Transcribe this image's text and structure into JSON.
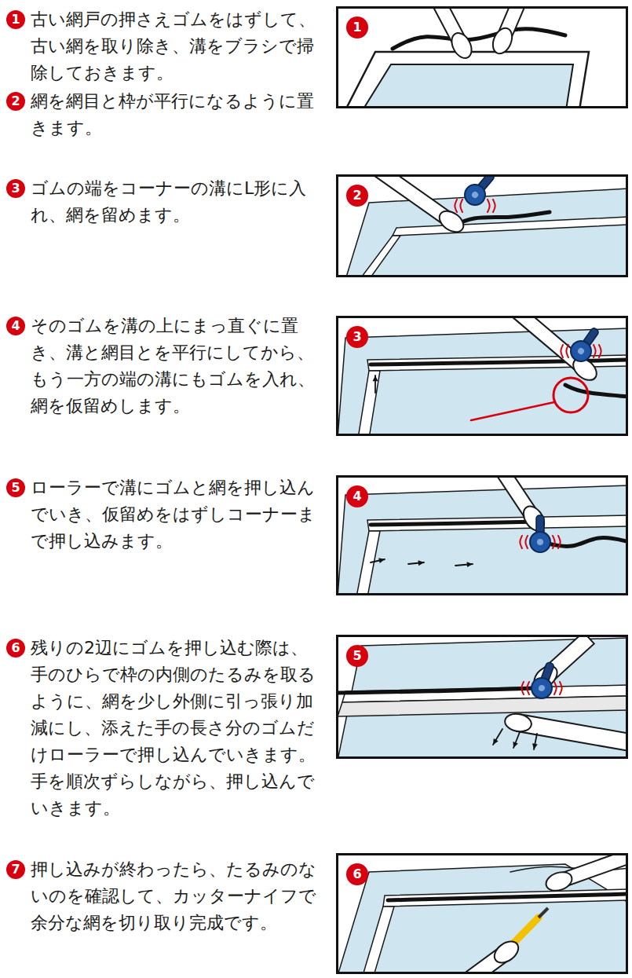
{
  "diagram": {
    "nodes": [
      {
        "text": [
          "1",
          "古い網戸の押さえゴムをはずして、古い網を取り除き、溝をブラシで掃除しておきます。"
        ]
      },
      {
        "text": [
          "2",
          "網を網目と枠が平行になるように置きます。"
        ]
      },
      {
        "text": [
          "3",
          "ゴムの端をコーナーの溝にL形に入れ、網を留めます。"
        ]
      },
      {
        "text": [
          "4",
          "そのゴムを溝の上にまっ直ぐに置き、溝と網目とを平行にしてから、もう一方の端の溝にもゴムを入れ、網を仮留めします。"
        ]
      },
      {
        "text": [
          "5",
          "ローラーで溝にゴムと網を押し込んでいき、仮留めをはずしコーナーまで押し込みます。"
        ]
      },
      {
        "text": [
          "6",
          "残りの2辺にゴムを押し込む際は、手のひらで枠の内側のたるみを取るように、網を少し外側に引っ張り加減にし、添えた手の長さ分のゴムだけローラーで押し込んでいきます。手を順次ずらしながら、押し込んでいきます。"
        ]
      },
      {
        "text": [
          "7",
          "押し込みが終わったら、たるみのないのを確認して、カッターナイフで余分な網を切り取り完成です。"
        ]
      },
      {
        "text": [
          "1"
        ]
      },
      {
        "text": [
          "2"
        ]
      },
      {
        "text": [
          "3"
        ]
      },
      {
        "text": [
          "4"
        ]
      },
      {
        "text": [
          "5"
        ]
      },
      {
        "text": [
          "6"
        ]
      }
    ]
  }
}
